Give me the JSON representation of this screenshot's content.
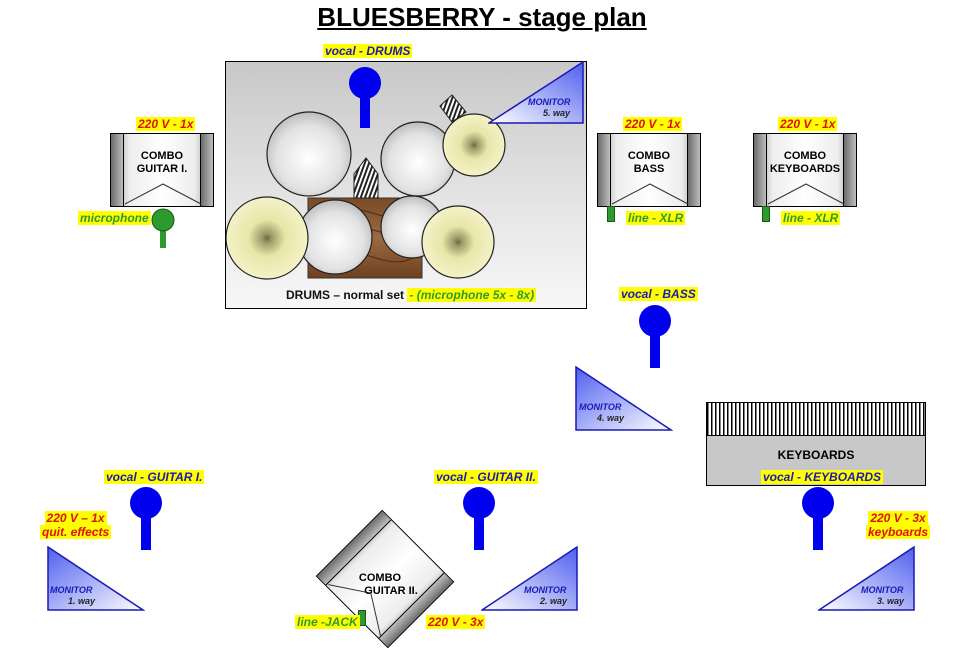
{
  "title": "BLUESBERRY  -  stage plan",
  "drums": {
    "vocal_prefix": "vocal",
    "vocal_name": "DRUMS",
    "set_label": "DRUMS – normal set",
    "mic_note": "- (microphone 5x - 8x)"
  },
  "monitors": [
    {
      "word": "MONITOR",
      "way": "1. way"
    },
    {
      "word": "MONITOR",
      "way": "2. way"
    },
    {
      "word": "MONITOR",
      "way": "3. way"
    },
    {
      "word": "MONITOR",
      "way": "4. way"
    },
    {
      "word": "MONITOR",
      "way": "5. way"
    }
  ],
  "combo_guitar1": {
    "power": "220 V - 1x",
    "line1": "COMBO",
    "line2": "GUITAR I.",
    "mic_label": "microphone"
  },
  "combo_bass": {
    "power": "220 V - 1x",
    "line1": "COMBO",
    "line2": "BASS",
    "conn": "line - XLR"
  },
  "combo_keys": {
    "power": "220 V - 1x",
    "line1": "COMBO",
    "line2": "KEYBOARDS",
    "conn": "line - XLR"
  },
  "combo_guitar2": {
    "line1": "COMBO",
    "line2": "GUITAR II.",
    "conn": "line -JACK",
    "power": "220 V - 3x"
  },
  "vocals": {
    "bass": {
      "prefix": "vocal",
      "name": "BASS"
    },
    "guitar1": {
      "prefix": "vocal",
      "name": "GUITAR I."
    },
    "guitar2": {
      "prefix": "vocal",
      "name": "GUITAR II."
    },
    "keys": {
      "prefix": "vocal",
      "name": "KEYBOARDS"
    }
  },
  "keyboards": {
    "label": "KEYBOARDS"
  },
  "power_guitar1": {
    "line1": "220 V – 1x",
    "line2": "quit. effects"
  },
  "power_keys": {
    "line1": "220 V - 3x",
    "line2": "keyboards"
  },
  "colors": {
    "vocal_mic": "#0000ee",
    "highlight": "#ffff00",
    "monitor_fill": "#7b86f2",
    "green_mic": "#2e9a2e",
    "wood": "#8a5a34"
  }
}
